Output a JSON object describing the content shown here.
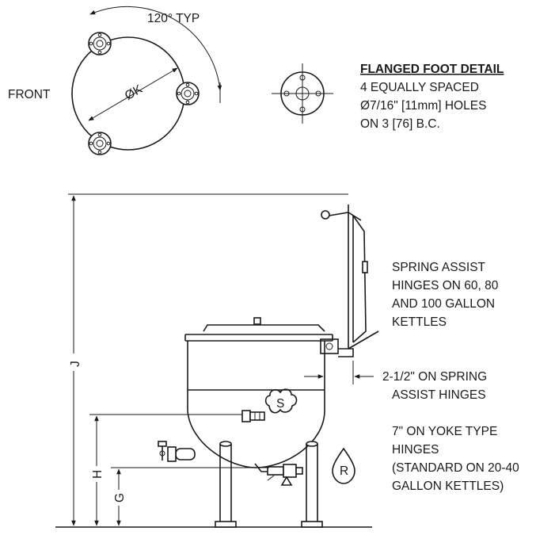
{
  "top_view": {
    "label_front": "FRONT",
    "label_angle": "120° TYP",
    "label_diameter": "ØK"
  },
  "flange_detail": {
    "title": "FLANGED FOOT DETAIL",
    "line1": "4 EQUALLY SPACED",
    "line2": "Ø7/16\" [11mm] HOLES",
    "line3": "ON 3 [76] B.C."
  },
  "hinge_note": {
    "line1": "SPRING ASSIST",
    "line2": "HINGES ON 60, 80",
    "line3": "AND 100 GALLON",
    "line4": "KETTLES"
  },
  "offset_note": {
    "line1": "2-1/2\" ON SPRING",
    "line2": "ASSIST HINGES"
  },
  "yoke_note": {
    "line1": "7\" ON YOKE TYPE",
    "line2": "HINGES",
    "line3": "(STANDARD ON 20-40",
    "line4": "GALLON KETTLES)"
  },
  "dimensions": {
    "j": "J",
    "h": "H",
    "g": "G"
  },
  "symbols": {
    "steam": "S",
    "return": "R"
  }
}
